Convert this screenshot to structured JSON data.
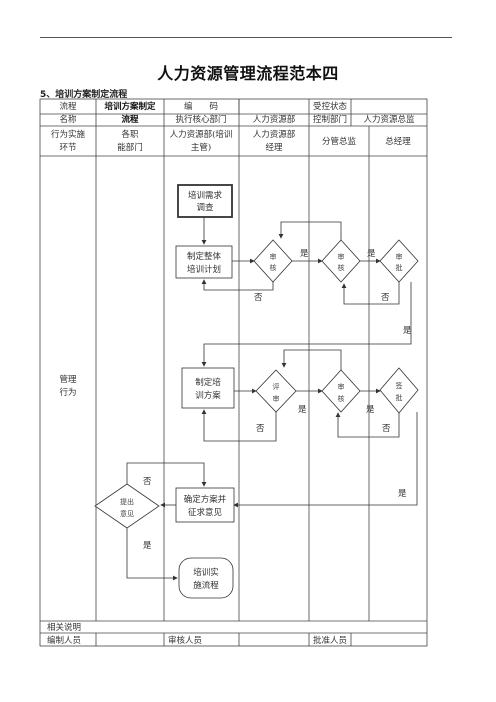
{
  "doc": {
    "title": "人力资源管理流程范本四",
    "section": "5、培训方案制定流程"
  },
  "header": {
    "process_name_label": [
      "流程",
      "名称"
    ],
    "process_name_value": [
      "培训方案制定",
      "流程"
    ],
    "code_label": "编　　码",
    "status_label": "受控状态",
    "exec_dept_label": "执行核心部门",
    "exec_dept_value": "人力资源部",
    "control_dept_label": "控制部门",
    "control_dept_value": "人力资源总监",
    "phase_label": [
      "行为实施",
      "环节"
    ],
    "lanes": [
      [
        "各职",
        "能部门"
      ],
      [
        "人力资源部(培训",
        "主管)"
      ],
      [
        "人力资源部",
        "经理"
      ],
      [
        "分管总监"
      ],
      [
        "总经理"
      ]
    ]
  },
  "body": {
    "row_label": [
      "管理",
      "行为"
    ]
  },
  "nodes": {
    "survey": [
      "培训需求",
      "调查"
    ],
    "overall_plan": [
      "制定整体",
      "培训计划"
    ],
    "review1": [
      "审",
      "核"
    ],
    "review2": [
      "审",
      "核"
    ],
    "approve1": [
      "审",
      "批"
    ],
    "make_plan": [
      "制定培",
      "训方案"
    ],
    "evaluate": [
      "评",
      "审"
    ],
    "review3": [
      "审",
      "核"
    ],
    "sign": [
      "签",
      "批"
    ],
    "confirm": [
      "确定方案并",
      "征求意见"
    ],
    "suggest": [
      "提出",
      "意见"
    ],
    "implement": [
      "培训实",
      "施流程"
    ]
  },
  "edges": {
    "yes": "是",
    "no": "否"
  },
  "footer": {
    "notes_label": "相关说明",
    "author_label": "编制人员",
    "reviewer_label": "审核人员",
    "approver_label": "批准人员"
  }
}
